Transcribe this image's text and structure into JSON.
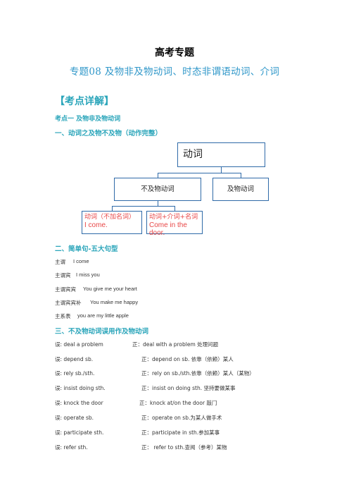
{
  "title": "高考专题",
  "subtitle": "专题08  及物非及物动词、时态非谓语动词、介词",
  "section": "【考点详解】",
  "point1": "考点一    及物非及物动词",
  "heading1": "一、动词之及物不及物（动作完整）",
  "diagram": {
    "root": "动词",
    "left": "不及物动词",
    "right": "及物动词",
    "leaf1_label": "动词（不加名词）",
    "leaf1_example": "I come.",
    "leaf2_label": "动词+介词+名词",
    "leaf2_example": "Come in the door."
  },
  "heading2": "二、简单句-五大句型",
  "patterns": [
    {
      "label": "主谓",
      "example": "I come"
    },
    {
      "label": "主谓宾",
      "example": "I miss you"
    },
    {
      "label": "主谓宾宾",
      "example": "You give me your heart"
    },
    {
      "label": "主谓宾宾补",
      "example": "You make me happy"
    },
    {
      "label": "主系表",
      "example": "you are my little apple"
    }
  ],
  "heading3": "三、不及物动词误用作及物动词",
  "errors": [
    {
      "wrong": "误: deal a problem",
      "right": "正：deal with a problem 处理问题"
    },
    {
      "wrong": "误: depend sb.",
      "right": "正：depend on sb. 依靠（依赖）某人"
    },
    {
      "wrong": "误: rely sb./sth.",
      "right": "正：rely on sb./sth.依靠（依赖）某人（某物）"
    },
    {
      "wrong": "误: insist doing sth.",
      "right": "正：insist on doing sth. 坚持要做某事"
    },
    {
      "wrong": "误: knock the door",
      "right": "正：knock at/on the door 敲门"
    },
    {
      "wrong": "误: operate sb.",
      "right": "正：operate on sb.为某人做手术"
    },
    {
      "wrong": "误: participate sth.",
      "right": "正：participate in sth.参加某事"
    },
    {
      "wrong": "误: refer sth.",
      "right": "正：  refer to sth.查阅（参考）某物"
    }
  ]
}
